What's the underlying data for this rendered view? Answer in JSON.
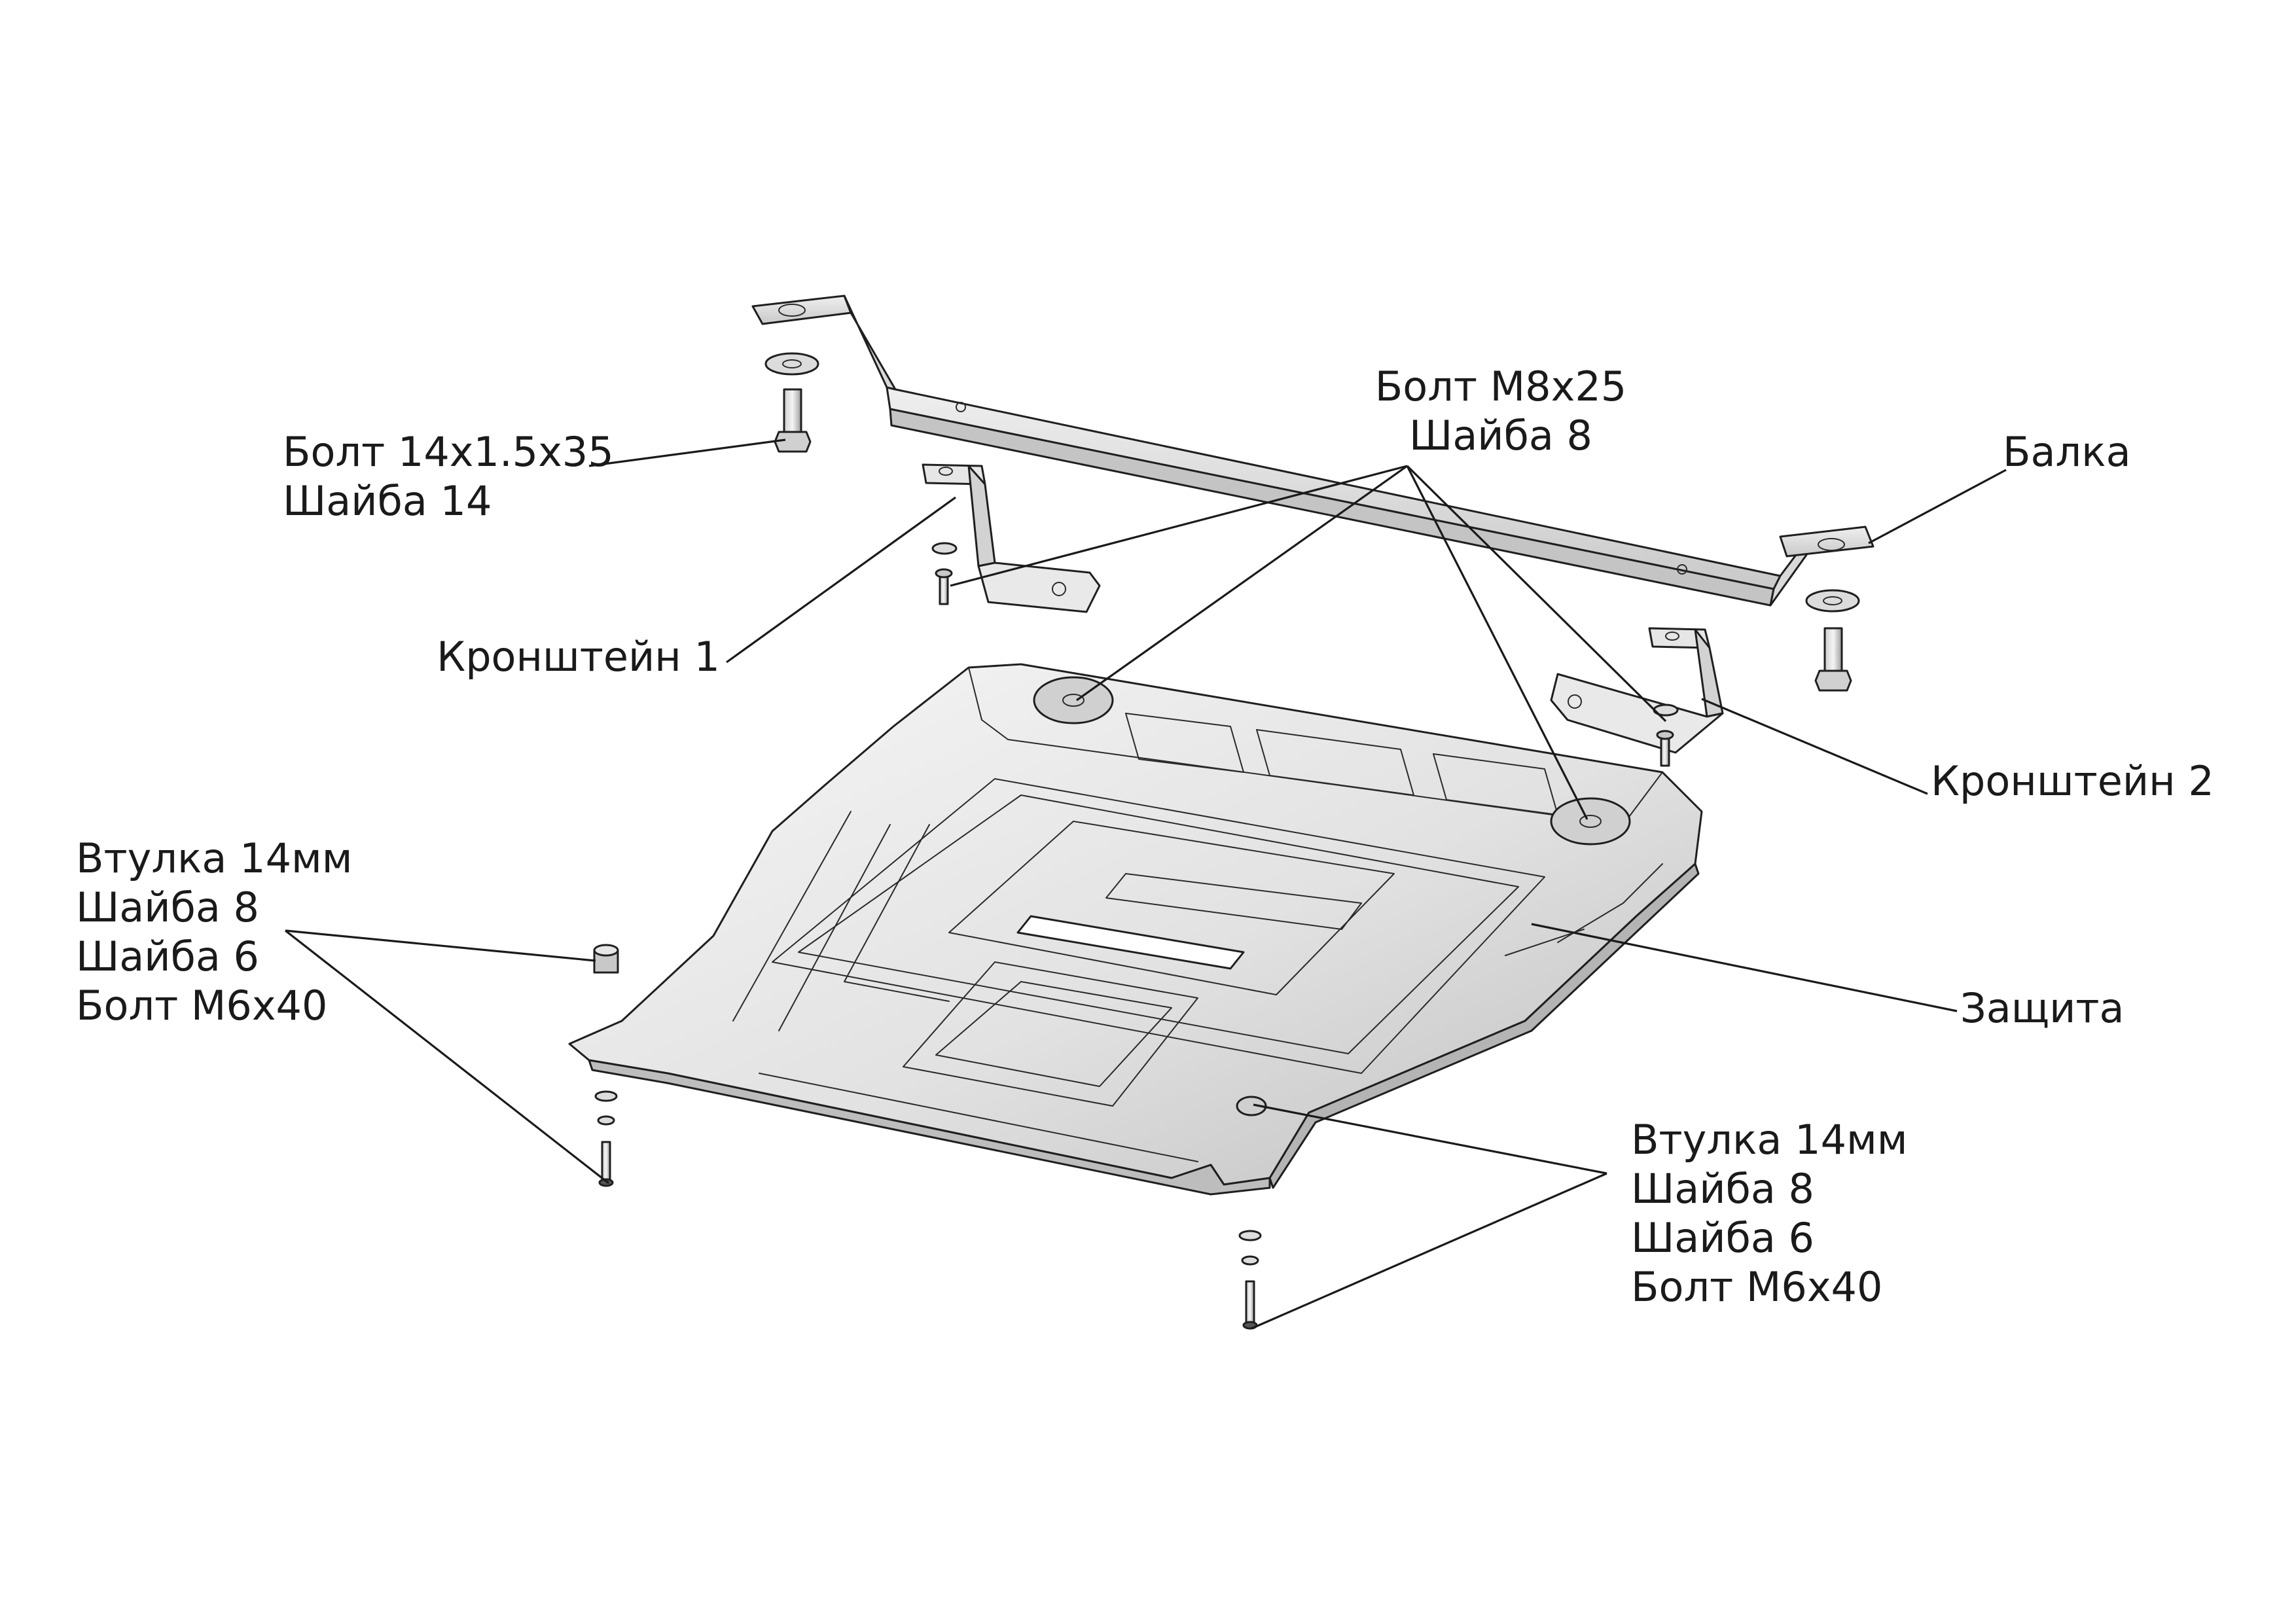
{
  "callouts": {
    "bolt_14": {
      "line1": "Болт 14x1.5x35",
      "line2": "Шайба 14"
    },
    "bolt_m8": {
      "line1": "Болт М8х25",
      "line2": "Шайба 8"
    },
    "beam": {
      "label": "Балка"
    },
    "bracket_1": {
      "label": "Кронштейн 1"
    },
    "bracket_2": {
      "label": "Кронштейн 2"
    },
    "shield": {
      "label": "Защита"
    },
    "fasteners_left": {
      "line1": "Втулка 14мм",
      "line2": "Шайба 8",
      "line3": "Шайба 6",
      "line4": "Болт М6х40"
    },
    "fasteners_right": {
      "line1": "Втулка 14мм",
      "line2": "Шайба 8",
      "line3": "Шайба 6",
      "line4": "Болт М6х40"
    }
  },
  "colors": {
    "metal_light": "#f2f2f2",
    "metal_mid": "#d6d6d6",
    "metal_dark": "#a8a8a8",
    "line": "#1a1a1a"
  }
}
